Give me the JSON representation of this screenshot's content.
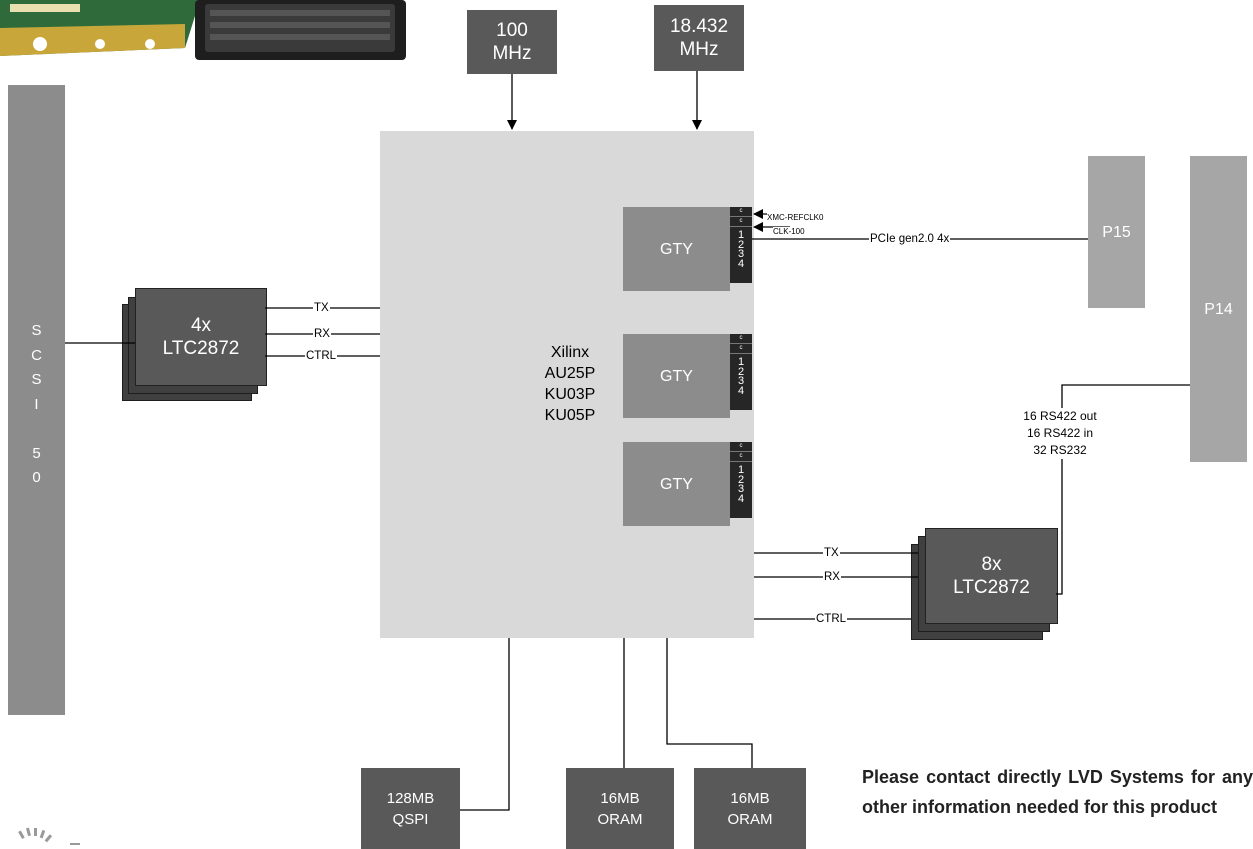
{
  "clocks": {
    "clk1": {
      "line1": "100",
      "line2": "MHz"
    },
    "clk2": {
      "line1": "18.432",
      "line2": "MHz"
    }
  },
  "fpga": {
    "lines": [
      "Xilinx",
      "AU25P",
      "KU03P",
      "KU05P"
    ]
  },
  "gty": {
    "label": "GTY",
    "lane_top": [
      "c",
      "c"
    ],
    "lanes": [
      "1",
      "2",
      "3",
      "4"
    ]
  },
  "refclk": {
    "xmc": "XMC-REFCLK0",
    "clk100": "CLK-100"
  },
  "pcie": {
    "label": "PCIe gen2.0 4x"
  },
  "connectors": {
    "p15": "P15",
    "p14": "P14"
  },
  "scsi": {
    "letters": [
      "S",
      "C",
      "S",
      "I",
      "",
      "5",
      "0"
    ]
  },
  "transceiver_left": {
    "line1": "4x",
    "line2": "LTC2872"
  },
  "transceiver_right": {
    "line1": "8x",
    "line2": "LTC2872"
  },
  "signals": {
    "tx": "TX",
    "rx": "RX",
    "ctrl": "CTRL"
  },
  "serial": {
    "lines": [
      "16 RS422 out",
      "16 RS422 in",
      "32 RS232"
    ]
  },
  "memory": {
    "qspi": {
      "line1": "128MB",
      "line2": "QSPI"
    },
    "oram1": {
      "line1": "16MB",
      "line2": "ORAM"
    },
    "oram2": {
      "line1": "16MB",
      "line2": "ORAM"
    }
  },
  "note": {
    "text": "Please contact directly LVD Systems for any other information needed for this product"
  }
}
